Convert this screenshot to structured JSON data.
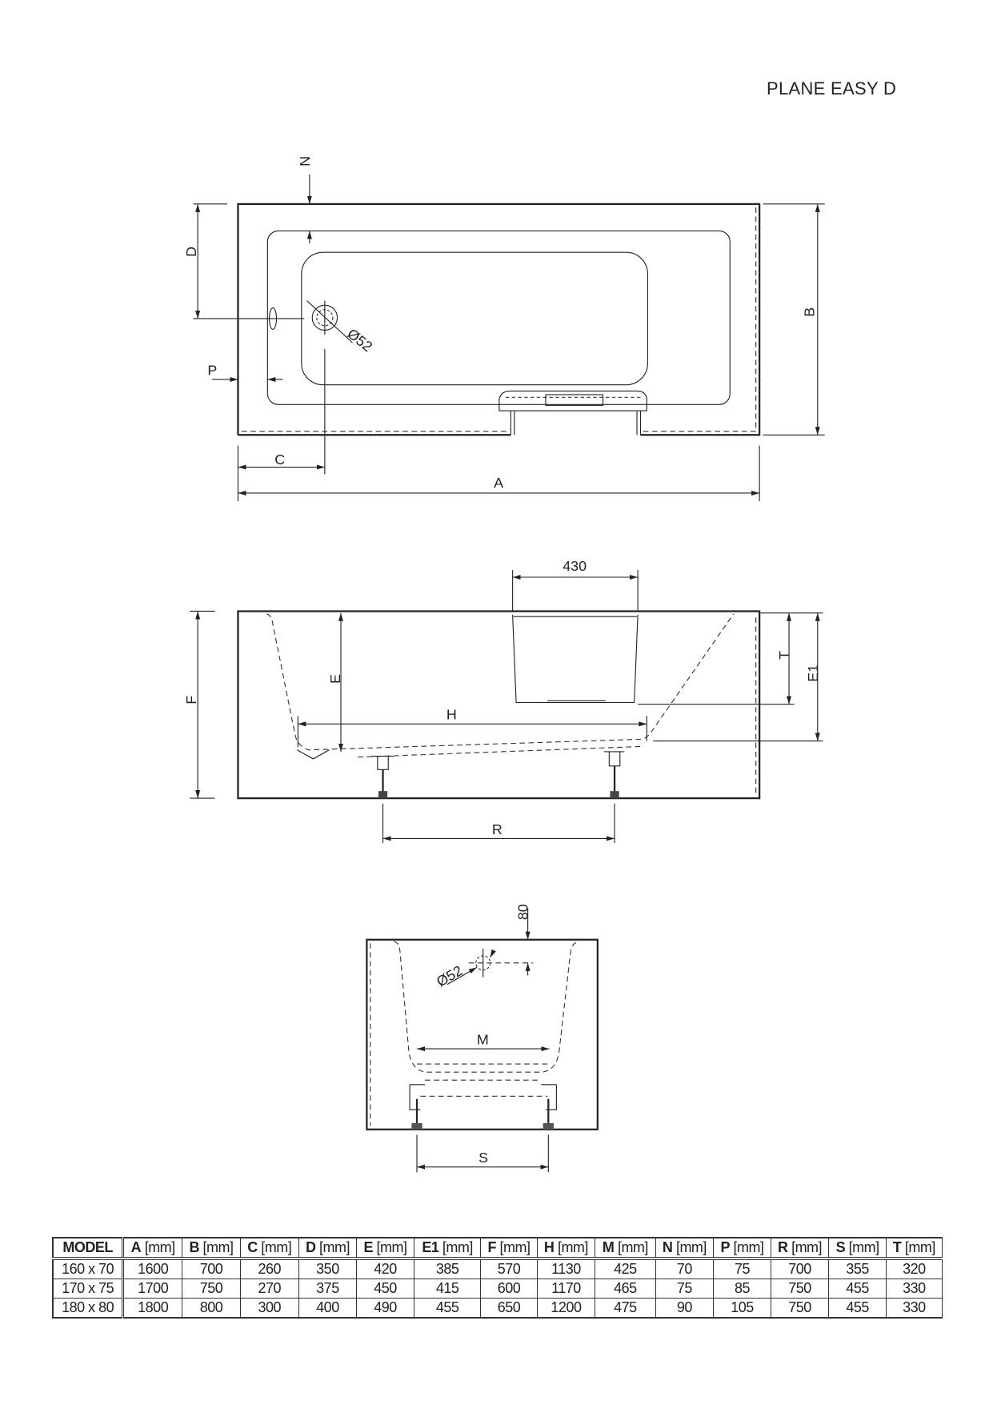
{
  "title": "PLANE EASY D",
  "top_view": {
    "labels": {
      "N": "N",
      "D": "D",
      "B": "B",
      "P": "P",
      "C": "C",
      "A": "A",
      "drain": "Ø52"
    }
  },
  "side_view": {
    "labels": {
      "panel_width": "430",
      "E": "E",
      "F": "F",
      "H": "H",
      "T": "T",
      "E1": "E1",
      "R": "R"
    }
  },
  "end_view": {
    "labels": {
      "offset": "80",
      "drain": "Ø52",
      "M": "M",
      "S": "S"
    }
  },
  "table": {
    "first_header": "MODEL",
    "columns": [
      {
        "key": "A",
        "unit": "[mm]"
      },
      {
        "key": "B",
        "unit": "[mm]"
      },
      {
        "key": "C",
        "unit": "[mm]"
      },
      {
        "key": "D",
        "unit": "[mm]"
      },
      {
        "key": "E",
        "unit": "[mm]"
      },
      {
        "key": "E1",
        "unit": "[mm]"
      },
      {
        "key": "F",
        "unit": "[mm]"
      },
      {
        "key": "H",
        "unit": "[mm]"
      },
      {
        "key": "M",
        "unit": "[mm]"
      },
      {
        "key": "N",
        "unit": "[mm]"
      },
      {
        "key": "P",
        "unit": "[mm]"
      },
      {
        "key": "R",
        "unit": "[mm]"
      },
      {
        "key": "S",
        "unit": "[mm]"
      },
      {
        "key": "T",
        "unit": "[mm]"
      }
    ],
    "rows": [
      {
        "model": "160 x 70",
        "values": [
          "1600",
          "700",
          "260",
          "350",
          "420",
          "385",
          "570",
          "1130",
          "425",
          "70",
          "75",
          "700",
          "355",
          "320"
        ]
      },
      {
        "model": "170 x 75",
        "values": [
          "1700",
          "750",
          "270",
          "375",
          "450",
          "415",
          "600",
          "1170",
          "465",
          "75",
          "85",
          "750",
          "455",
          "330"
        ]
      },
      {
        "model": "180 x 80",
        "values": [
          "1800",
          "800",
          "300",
          "400",
          "490",
          "455",
          "650",
          "1200",
          "475",
          "90",
          "105",
          "750",
          "455",
          "330"
        ]
      }
    ]
  }
}
